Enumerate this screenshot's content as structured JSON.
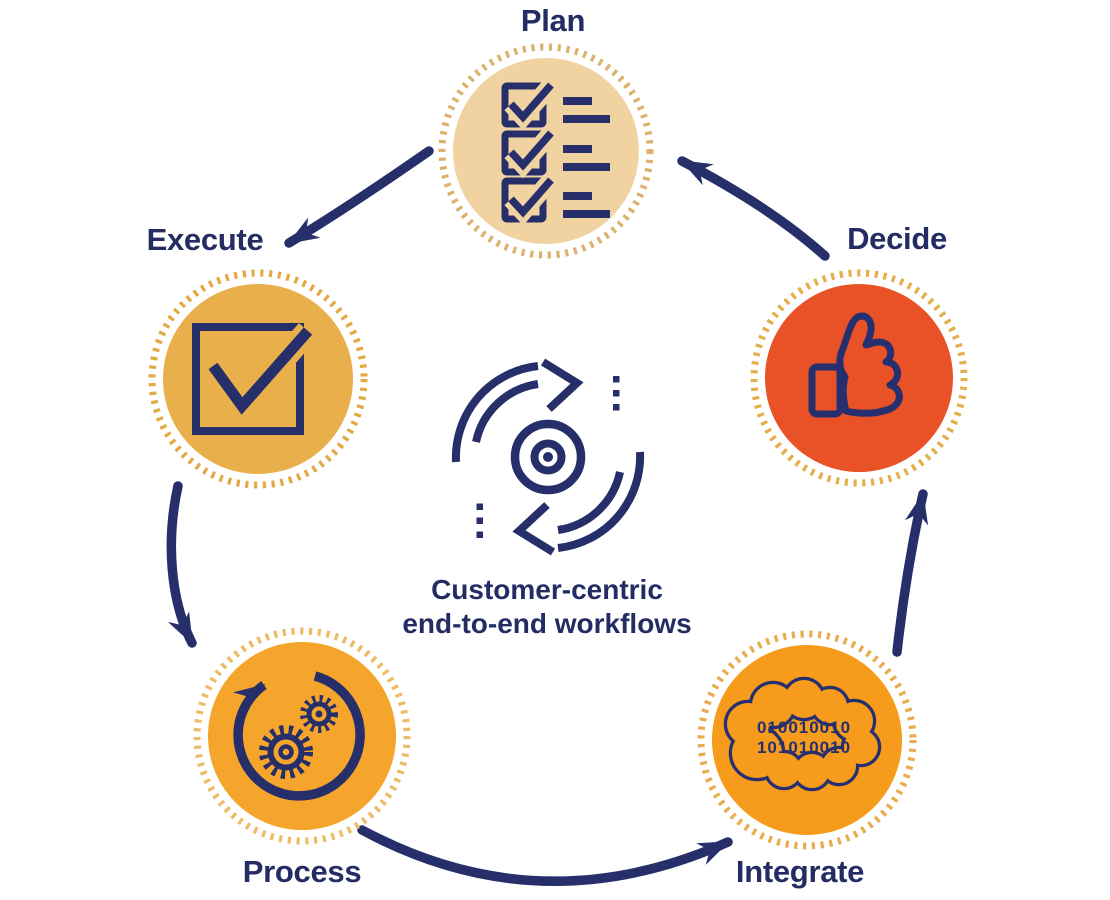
{
  "diagram_title": "Customer-centric end-to-end workflows cycle",
  "center": {
    "icon": "sync-cycle-bullseye-icon",
    "caption_line1": "Customer-centric",
    "caption_line2": "end-to-end workflows"
  },
  "nodes": [
    {
      "id": "plan",
      "label": "Plan",
      "icon": "checklist-icon",
      "fill": "#F1D3A1",
      "ring": "#DBB26E"
    },
    {
      "id": "execute",
      "label": "Execute",
      "icon": "checkbox-check-icon",
      "fill": "#E9AF4B",
      "ring": "#E3A945"
    },
    {
      "id": "decide",
      "label": "Decide",
      "icon": "thumbs-up-icon",
      "fill": "#E95226",
      "ring": "#E4AF4C"
    },
    {
      "id": "process",
      "label": "Process",
      "icon": "gears-cycle-icon",
      "fill": "#F6A52C",
      "ring": "#EDBC66"
    },
    {
      "id": "integrate",
      "label": "Integrate",
      "icon": "binary-cloud-icon",
      "fill": "#F79B1C",
      "ring": "#E9AC50"
    }
  ],
  "integrate_binary": {
    "line1": "010010010",
    "line2": "101010010"
  },
  "edges": [
    {
      "from": "Plan",
      "to": "Execute"
    },
    {
      "from": "Execute",
      "to": "Process"
    },
    {
      "from": "Process",
      "to": "Integrate"
    },
    {
      "from": "Integrate",
      "to": "Decide"
    },
    {
      "from": "Decide",
      "to": "Plan"
    }
  ],
  "colors": {
    "navy": "#262F6A",
    "text_navy": "#232C63",
    "background": "#FFFFFF"
  }
}
